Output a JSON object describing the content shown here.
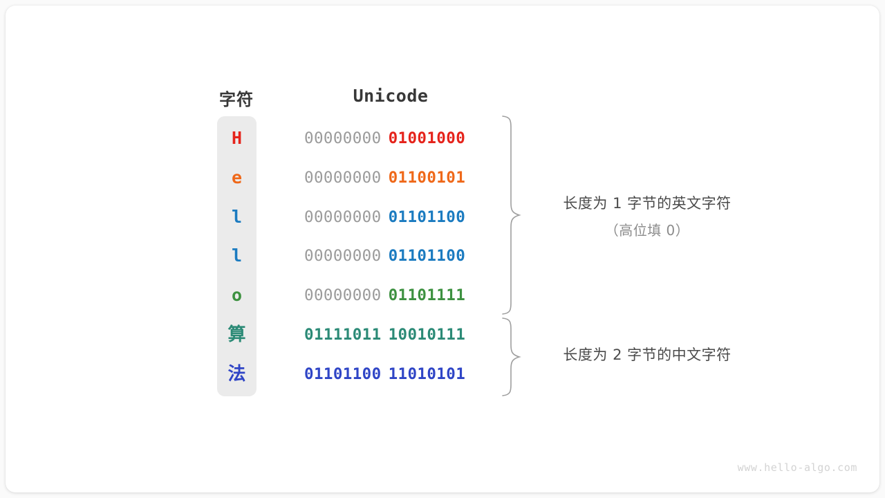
{
  "headers": {
    "character": "字符",
    "unicode": "Unicode"
  },
  "rows": [
    {
      "char": "H",
      "char_color": "#e5231b",
      "high_byte": "00000000",
      "low_byte": "01001000",
      "low_color": "#e5231b",
      "high_filled": false,
      "cjk": false
    },
    {
      "char": "e",
      "char_color": "#ef6819",
      "high_byte": "00000000",
      "low_byte": "01100101",
      "low_color": "#ef6819",
      "high_filled": false,
      "cjk": false
    },
    {
      "char": "l",
      "char_color": "#1b7bc0",
      "high_byte": "00000000",
      "low_byte": "01101100",
      "low_color": "#1b7bc0",
      "high_filled": false,
      "cjk": false
    },
    {
      "char": "l",
      "char_color": "#1b7bc0",
      "high_byte": "00000000",
      "low_byte": "01101100",
      "low_color": "#1b7bc0",
      "high_filled": false,
      "cjk": false
    },
    {
      "char": "o",
      "char_color": "#3d9140",
      "high_byte": "00000000",
      "low_byte": "01101111",
      "low_color": "#3d9140",
      "high_filled": false,
      "cjk": false
    },
    {
      "char": "算",
      "char_color": "#2b8a76",
      "high_byte": "01111011",
      "low_byte": "10010111",
      "low_color": "#2b8a76",
      "high_color": "#2b8a76",
      "high_filled": true,
      "cjk": true
    },
    {
      "char": "法",
      "char_color": "#2f45c6",
      "high_byte": "01101100",
      "low_byte": "11010101",
      "low_color": "#2f45c6",
      "high_color": "#2f45c6",
      "high_filled": true,
      "cjk": true
    }
  ],
  "annotations": [
    {
      "main": "长度为 1 字节的英文字符",
      "sub": "（高位填 0）"
    },
    {
      "main": "长度为 2 字节的中文字符",
      "sub": ""
    }
  ],
  "watermark": "www.hello-algo.com",
  "colors": {
    "card_background": "#ffffff",
    "page_background": "#fafafa",
    "char_column_background": "#ebebeb",
    "high_byte_gray": "#9a9a9a",
    "brace_stroke": "#9e9e9e",
    "header_text": "#383838",
    "annotation_text": "#4a4a4a",
    "annotation_sub_text": "#8c8c8c",
    "watermark_text": "#d3d3d3"
  }
}
